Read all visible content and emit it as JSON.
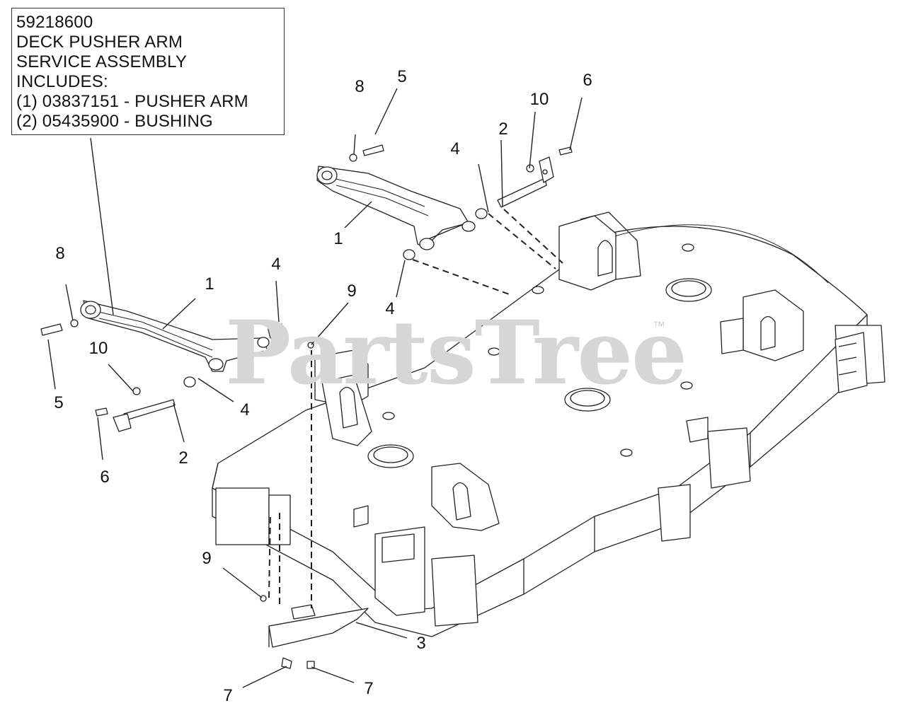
{
  "info_box": {
    "lines": [
      "59218600",
      "DECK PUSHER ARM",
      "SERVICE ASSEMBLY",
      "INCLUDES:",
      "(1) 03837151 - PUSHER ARM",
      "(2) 05435900 - BUSHING"
    ]
  },
  "callouts": {
    "c1a": "1",
    "c1b": "1",
    "c2a": "2",
    "c2b": "2",
    "c3": "3",
    "c4a": "4",
    "c4b": "4",
    "c4c": "4",
    "c4d": "4",
    "c5a": "5",
    "c5b": "5",
    "c6a": "6",
    "c6b": "6",
    "c7a": "7",
    "c7b": "7",
    "c8a": "8",
    "c8b": "8",
    "c9a": "9",
    "c9b": "9",
    "c10a": "10",
    "c10b": "10"
  },
  "watermark": {
    "text": "PartsTree",
    "tm": "™"
  }
}
